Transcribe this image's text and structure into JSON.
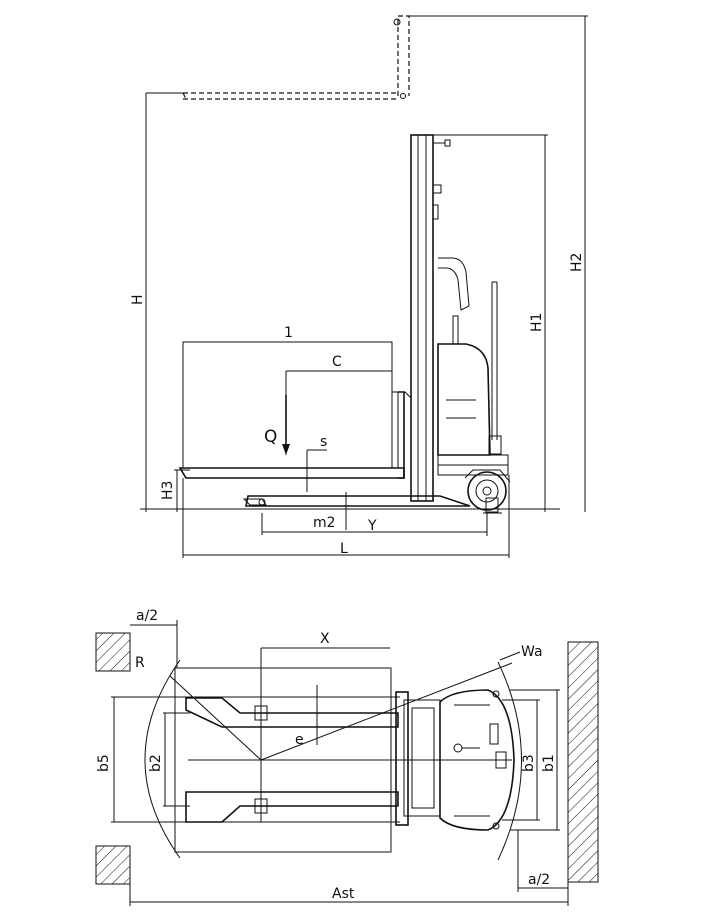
{
  "side_view": {
    "labels": {
      "H": "H",
      "H1": "H1",
      "H2": "H2",
      "H3": "H3",
      "l": "1",
      "C": "C",
      "Q": "Q",
      "s": "s",
      "m2": "m2",
      "Y": "Y",
      "L": "L"
    }
  },
  "top_view": {
    "labels": {
      "a_half_left": "a/2",
      "a_half_right": "a/2",
      "R": "R",
      "X": "X",
      "Wa": "Wa",
      "e": "e",
      "b5": "b5",
      "b2": "b2",
      "b3": "b3",
      "b1": "b1",
      "Ast": "Ast"
    }
  }
}
